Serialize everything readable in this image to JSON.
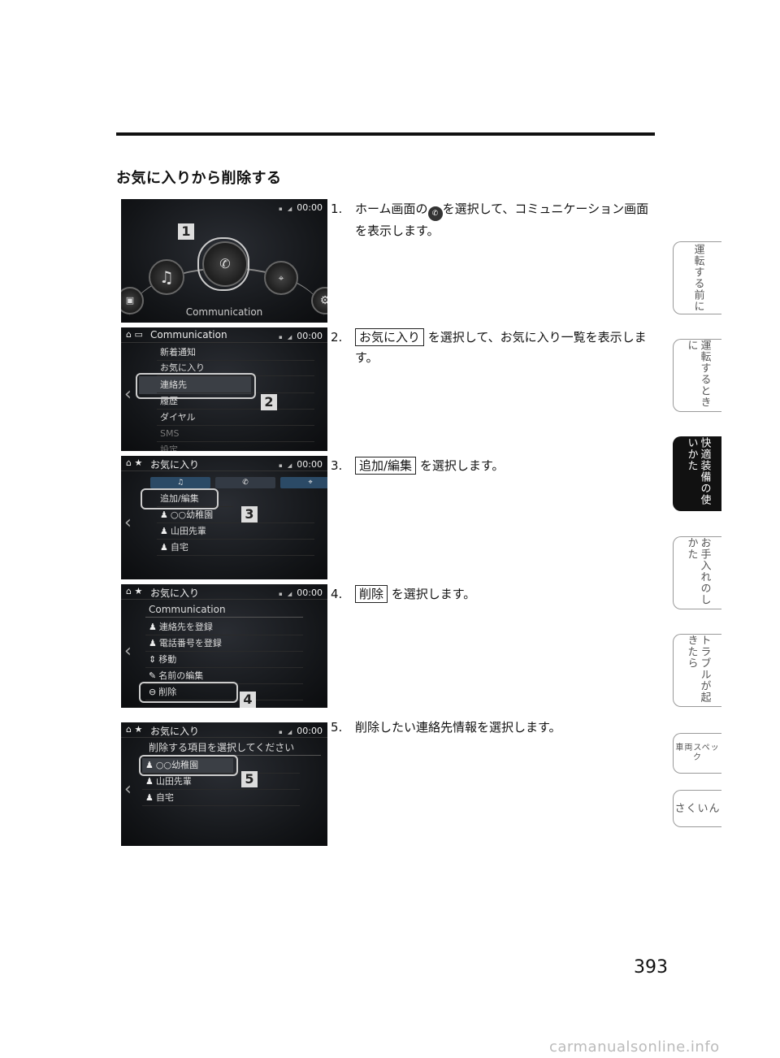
{
  "section_title": "お気に入りから削除する",
  "status": {
    "time": "00:00",
    "signal": "▪ ◢"
  },
  "screens": {
    "s1": {
      "label": "Communication",
      "badge": "1"
    },
    "s2": {
      "header": "Communication",
      "items": [
        "新着通知",
        "お気に入り",
        "連絡先",
        "履歴",
        "ダイヤル",
        "SMS",
        "設定"
      ],
      "badge": "2"
    },
    "s3": {
      "header": "お気に入り",
      "items": [
        "追加/編集",
        "○○幼稚園",
        "山田先輩",
        "自宅"
      ],
      "badge": "3"
    },
    "s4": {
      "header": "お気に入り",
      "sub": "Communication",
      "items": [
        "連絡先を登録",
        "電話番号を登録",
        "移動",
        "名前の編集",
        "削除"
      ],
      "badge": "4"
    },
    "s5": {
      "header": "お気に入り",
      "sub": "削除する項目を選択してください",
      "items": [
        "○○幼稚園",
        "山田先輩",
        "自宅"
      ],
      "badge": "5"
    }
  },
  "steps": [
    {
      "num": "1.",
      "text_a": "ホーム画面の",
      "text_b": "を選択して、コミュニケーション画面を表示します。"
    },
    {
      "num": "2.",
      "key": "お気に入り",
      "text": "を選択して、お気に入り一覧を表示します。"
    },
    {
      "num": "3.",
      "key": "追加/編集",
      "text": "を選択します。"
    },
    {
      "num": "4.",
      "key": "削除",
      "text": "を選択します。"
    },
    {
      "num": "5.",
      "text": "削除したい連絡先情報を選択します。"
    }
  ],
  "side_tabs": [
    "運転する前に",
    "運転するときに",
    "快適装備の使いかた",
    "お手入れのしかた",
    "トラブルが起きたら",
    "車両スペック",
    "さくいん"
  ],
  "page_number": "393",
  "watermark": "carmanualsonline.info"
}
